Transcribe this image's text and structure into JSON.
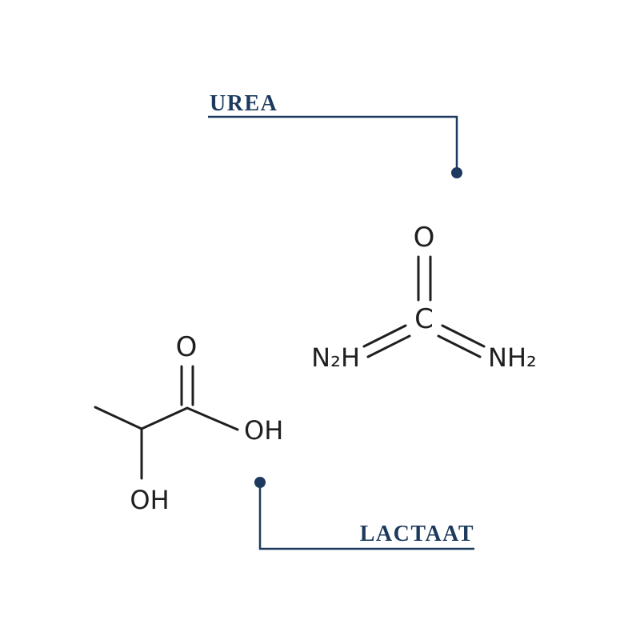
{
  "labels": {
    "urea": "UREA",
    "lactaat": "LACTAAT"
  },
  "urea_molecule": {
    "oxygen": "O",
    "carbon": "C",
    "left_group": "N₂H",
    "right_group": "NH₂"
  },
  "lactate_molecule": {
    "oxygen": "O",
    "hydroxyl_right": "OH",
    "hydroxyl_bottom": "OH"
  },
  "colors": {
    "accent": "#1d3a5e",
    "structure": "#1f1f1f",
    "background": "#ffffff"
  }
}
